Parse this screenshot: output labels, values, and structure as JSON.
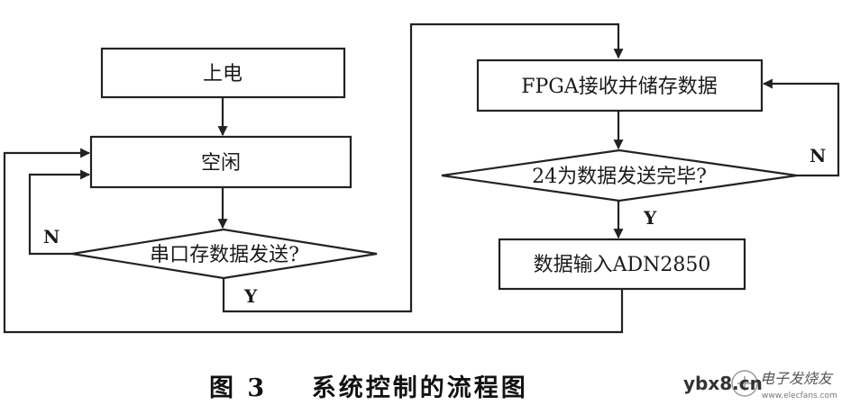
{
  "nodes": {
    "power_on": "上电",
    "idle": "空闲",
    "serial_decision": "串口存数据发送?",
    "fpga_receive": "FPGA接收并储存数据",
    "done_decision": "24为数据发送完毕?",
    "output": "数据输入ADN2850"
  },
  "edges": {
    "serial_no": "N",
    "serial_yes": "Y",
    "done_no": "N",
    "done_yes": "Y"
  },
  "caption": "图 3    系统控制的流程图",
  "watermark": {
    "site": "ybx8.cn",
    "brand": "电子发烧友",
    "url": "www.elecfans.com"
  }
}
